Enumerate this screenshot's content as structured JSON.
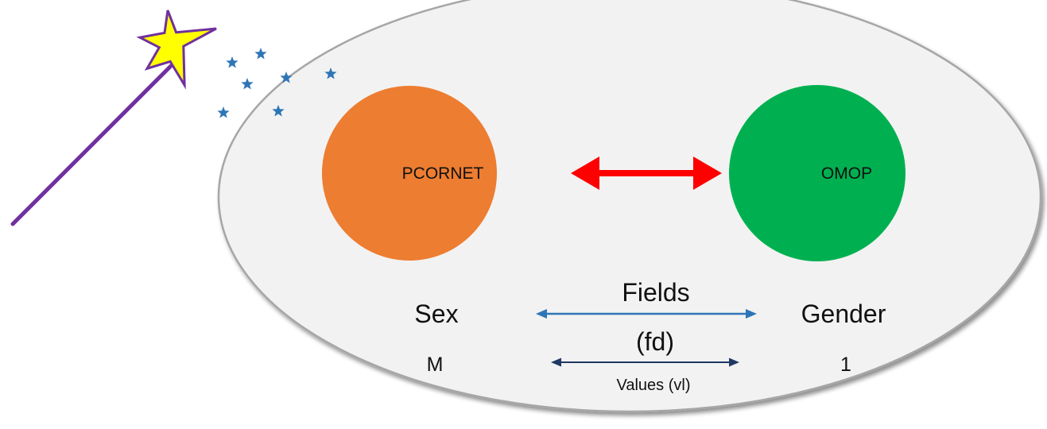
{
  "nodes": {
    "left": {
      "label": "PCORNET",
      "color": "#ed7d31",
      "field": "Sex",
      "value": "M"
    },
    "right": {
      "label": "OMOP",
      "color": "#00b050",
      "field": "Gender",
      "value": "1"
    }
  },
  "relations": {
    "fields": {
      "label_line1": "Fields",
      "label_line2": "(fd)"
    },
    "values": {
      "label": "Values (vl)"
    }
  },
  "colors": {
    "container_fill": "#f2f2f2",
    "container_stroke": "#a6a6a6",
    "main_arrow": "#ff0000",
    "fields_arrow": "#2e75b6",
    "values_arrow": "#203864",
    "wand": "#7030a0",
    "wand_star_fill": "#ffff00",
    "wand_star_stroke": "#7030a0",
    "sparkle": "#2e75b6"
  },
  "icons": {
    "wand": "magic-wand-icon",
    "sparkle": "sparkle-star-icon"
  }
}
